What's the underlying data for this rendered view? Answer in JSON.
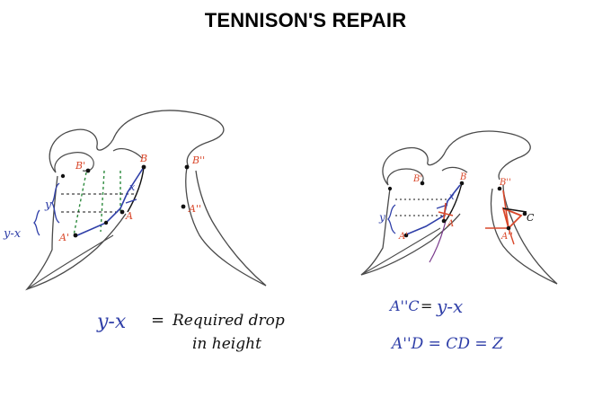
{
  "title": "TENNISON'S REPAIR",
  "colors": {
    "pencil": "#4a4a4a",
    "blue_ink": "#2f3fa8",
    "red_ink": "#d9482b",
    "green_dash": "#2e8b3e",
    "purple_ink": "#7a3a8c",
    "black_ink": "#111111"
  },
  "left_sketch": {
    "labels": {
      "B_prime": "B'",
      "B": "B",
      "B_double_prime": "B''",
      "A_prime": "A'",
      "A": "A",
      "A_double_prime": "A''",
      "x": "x",
      "y": "y",
      "y_minus_x": "y-x"
    }
  },
  "right_sketch": {
    "labels": {
      "B_prime": "B'",
      "B": "B",
      "B_double_prime": "B''",
      "A_prime": "A'",
      "A": "A",
      "A_double_prime": "A''",
      "x": "x",
      "y": "y",
      "C": "C"
    }
  },
  "equations": {
    "eq1_lhs": "y-x",
    "eq1_eq": "=",
    "eq1_rhs_line1": "Required drop",
    "eq1_rhs_line2": "in height",
    "eq2_lhs": "A''C",
    "eq2_eq": "=",
    "eq2_rhs": "y-x",
    "eq3": "A''D = CD = Z"
  }
}
